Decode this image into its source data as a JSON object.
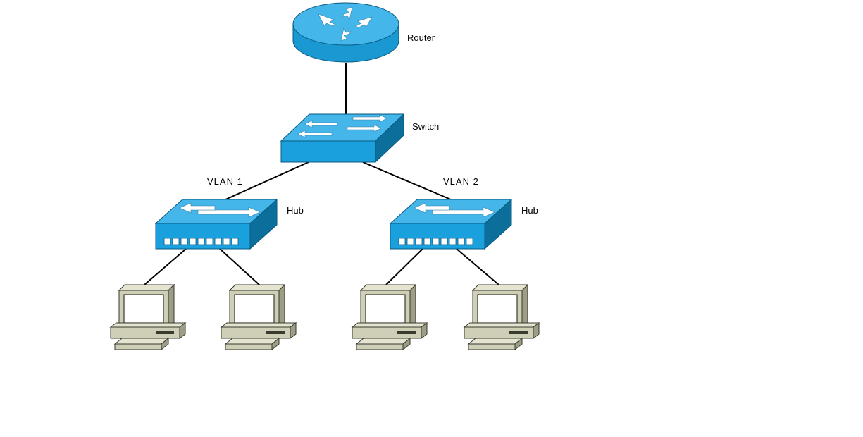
{
  "diagram": {
    "labels": {
      "router": "Router",
      "switch": "Switch",
      "hub_left": "Hub",
      "hub_right": "Hub",
      "vlan_left": "VLAN 1",
      "vlan_right": "VLAN 2"
    },
    "nodes": [
      {
        "id": "router",
        "type": "router-icon"
      },
      {
        "id": "switch",
        "type": "switch-icon"
      },
      {
        "id": "hub-left",
        "type": "hub-icon"
      },
      {
        "id": "hub-right",
        "type": "hub-icon"
      },
      {
        "id": "pc-1",
        "type": "workstation-icon"
      },
      {
        "id": "pc-2",
        "type": "workstation-icon"
      },
      {
        "id": "pc-3",
        "type": "workstation-icon"
      },
      {
        "id": "pc-4",
        "type": "workstation-icon"
      }
    ],
    "edges": [
      {
        "from": "router",
        "to": "switch"
      },
      {
        "from": "switch",
        "to": "hub-left"
      },
      {
        "from": "switch",
        "to": "hub-right"
      },
      {
        "from": "hub-left",
        "to": "pc-1"
      },
      {
        "from": "hub-left",
        "to": "pc-2"
      },
      {
        "from": "hub-right",
        "to": "pc-3"
      },
      {
        "from": "hub-right",
        "to": "pc-4"
      }
    ],
    "colors": {
      "device_top": "#3fb2e8",
      "device_front": "#1aa0dc",
      "device_side": "#0c6e9a",
      "pc_body": "#cfcfb8",
      "pc_dark": "#9e9e86",
      "pc_screen": "#ffffff",
      "link": "#000000"
    }
  }
}
